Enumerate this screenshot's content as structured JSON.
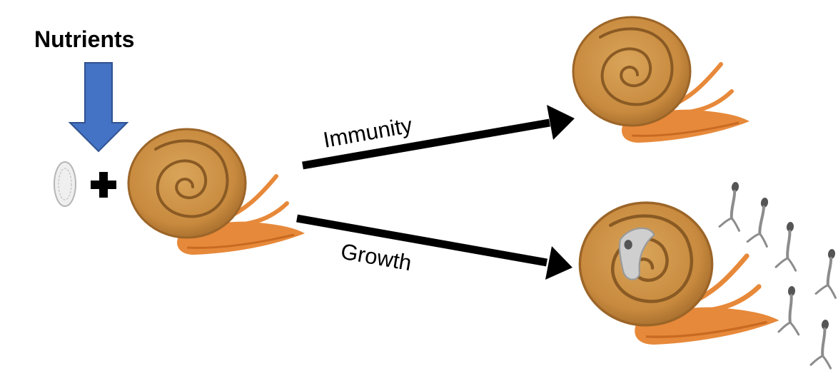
{
  "labels": {
    "nutrients": "Nutrients",
    "immunity": "Immunity",
    "growth": "Growth",
    "plus": "+"
  },
  "colors": {
    "nutrient_arrow_fill": "#4472C4",
    "nutrient_arrow_stroke": "#2F528F",
    "shell": "#C88A3E",
    "shell_dark": "#8A5A24",
    "body": "#E7893A",
    "parasite": "#C8C8C8",
    "cercaria": "#8C8C8C",
    "arrow": "#000000"
  },
  "icons": {
    "egg": "parasite-egg-icon",
    "snail": "snail-icon",
    "infected_snail": "infected-snail-icon",
    "cercaria": "cercaria-icon"
  }
}
